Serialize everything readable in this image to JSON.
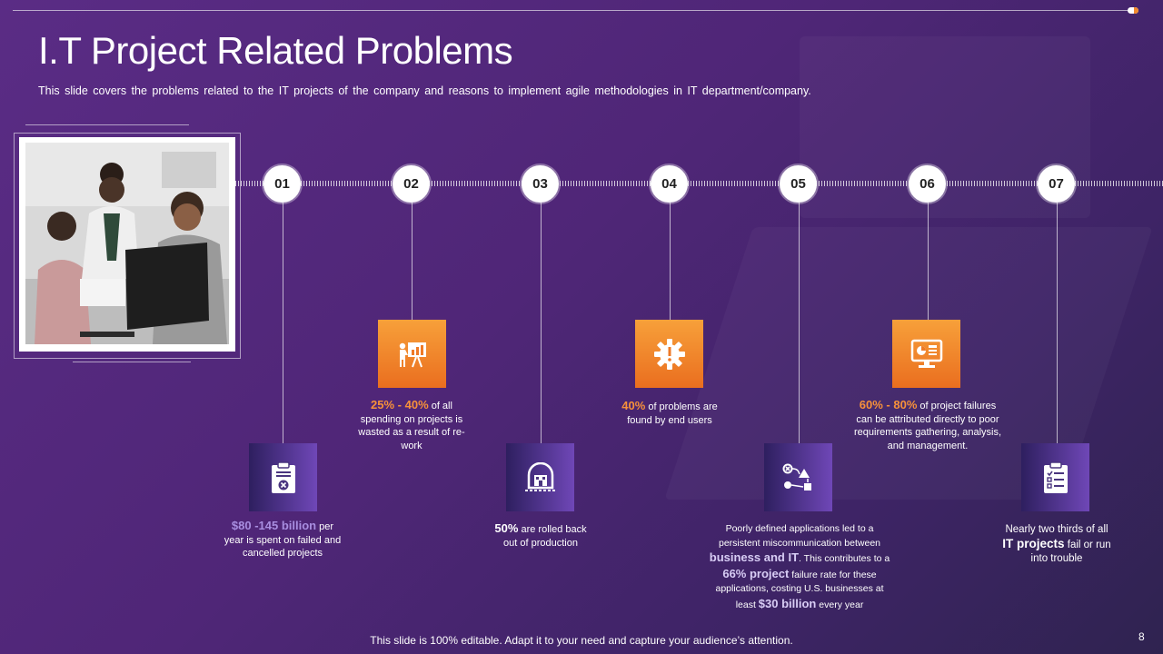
{
  "title": "I.T Project Related Problems",
  "subtitle": "This slide covers the problems related to the IT projects of the company and reasons to implement agile methodologies in IT department/company.",
  "photo_alt": "Team discussing at a computer",
  "steps": [
    {
      "num": "01",
      "icon": "clipboard-cancel-icon",
      "highlight": "$80 -145 billion",
      "text_a": " per",
      "text_b": "year is spent on failed and cancelled projects"
    },
    {
      "num": "02",
      "icon": "presentation-chart-icon",
      "highlight": "25% - 40%",
      "text_a": " of all",
      "text_b": "spending on projects is wasted as a result of re-work"
    },
    {
      "num": "03",
      "icon": "factory-gear-icon",
      "highlight": "50%",
      "text_a": " are rolled back",
      "text_b": "out of production"
    },
    {
      "num": "04",
      "icon": "gear-alert-icon",
      "highlight": "40%",
      "text_a": " of problems are",
      "text_b": "found by end users"
    },
    {
      "num": "05",
      "icon": "workflow-shapes-icon",
      "text_1": "Poorly defined applications led to a persistent miscommunication between",
      "bold_1": "business and IT",
      "text_2": ". This contributes to a ",
      "bold_2": "66% project",
      "text_3": " failure rate for these applications, costing U.S. businesses at least ",
      "bold_3": "$30 billion",
      "text_4": " every year"
    },
    {
      "num": "06",
      "icon": "monitor-analytics-icon",
      "highlight": "60% - 80%",
      "text_a": " of project failures",
      "text_b": "can be attributed directly to poor requirements gathering, analysis, and management."
    },
    {
      "num": "07",
      "icon": "checklist-icon",
      "text_a": "Nearly two thirds of all",
      "bold": "IT projects",
      "text_b": " fail or run into trouble"
    }
  ],
  "footer": "This slide is 100% editable. Adapt it to your need and capture your audience’s attention.",
  "page_number": "8",
  "colors": {
    "accent_orange": "#f7913a",
    "accent_purple": "#a88ee0",
    "background": "#4f2677"
  }
}
